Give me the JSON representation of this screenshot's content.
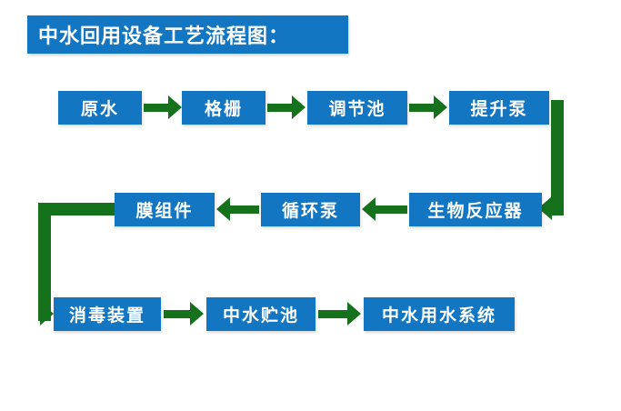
{
  "title": "中水回用设备工艺流程图：",
  "colors": {
    "box_blue": "#1276c3",
    "arrow_green": "#16711c",
    "background": "#ffffff",
    "text_white": "#ffffff"
  },
  "nodes": {
    "raw_water": {
      "label": "原水"
    },
    "grid_screen": {
      "label": "格栅"
    },
    "regulating_tank": {
      "label": "调节池"
    },
    "lift_pump": {
      "label": "提升泵"
    },
    "bioreactor": {
      "label": "生物反应器"
    },
    "circulating_pump": {
      "label": "循环泵"
    },
    "membrane_module": {
      "label": "膜组件"
    },
    "disinfection_device": {
      "label": "消毒装置"
    },
    "reclaimed_water_storage_tank": {
      "label": "中水贮池"
    },
    "reclaimed_water_use_system": {
      "label": "中水用水系统"
    }
  }
}
